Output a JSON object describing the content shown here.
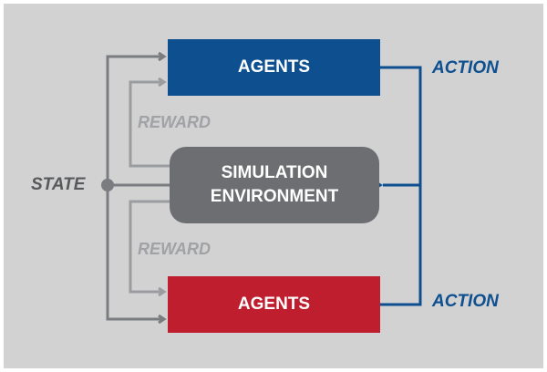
{
  "diagram": {
    "agents_top": {
      "label": "AGENTS"
    },
    "agents_bottom": {
      "label": "AGENTS"
    },
    "environment": {
      "line1": "SIMULATION",
      "line2": "ENVIRONMENT"
    },
    "action_top": "ACTION",
    "action_bottom": "ACTION",
    "reward_top": "REWARD",
    "reward_bottom": "REWARD",
    "state": "STATE"
  },
  "colors": {
    "background": "#d2d2d3",
    "blue": "#0d4f8f",
    "red": "#be1e2d",
    "env_gray": "#6d6e71",
    "dark_arrow": "#7b7c80",
    "light_arrow": "#9b9c9f",
    "reward_text": "#a1a2a5",
    "state_text": "#58595b"
  }
}
